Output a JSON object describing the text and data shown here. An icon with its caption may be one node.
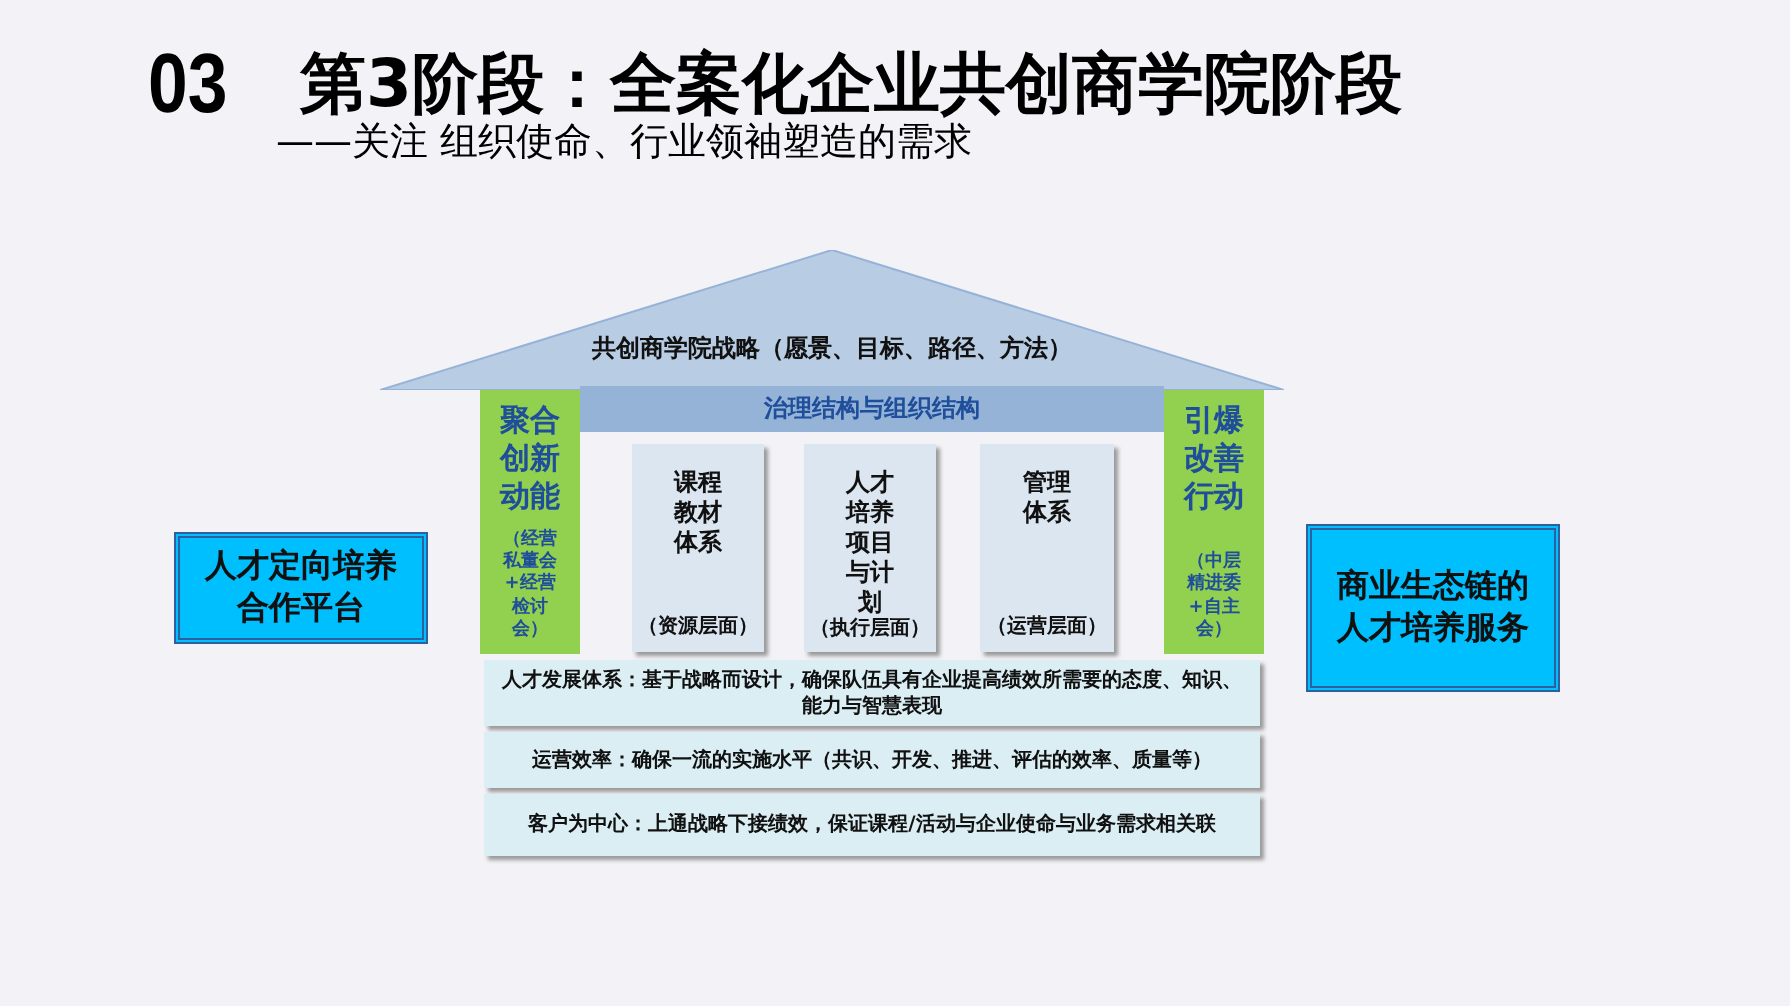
{
  "diagram": {
    "title": "第3阶段：全案化企业共创商学院阶段",
    "nodes": [
      {
        "text": [
          "共创商学院战略（愿景、目标、路径、方法）"
        ]
      },
      {
        "text": [
          "治理结构与组织结构"
        ]
      },
      {
        "text": [
          "聚合创新动能",
          "（经营私董会+经营检讨会）"
        ]
      },
      {
        "text": [
          "课程教材体系",
          "（资源层面）"
        ]
      },
      {
        "text": [
          "人才培养项目与计划",
          "（执行层面）"
        ]
      },
      {
        "text": [
          "管理体系",
          "（运营层面）"
        ]
      },
      {
        "text": [
          "引爆改善行动",
          "（中层精进委+自主会）"
        ]
      },
      {
        "text": [
          "人才发展体系：基于战略而设计，确保队伍具有企业提高绩效所需要的态度、知识、能力与智慧表现"
        ]
      },
      {
        "text": [
          "运营效率：确保一流的实施水平（共识、开发、推进、评估的效率、质量等）"
        ]
      },
      {
        "text": [
          "客户为中心：上通战略下接绩效，保证课程/活动与企业使命与业务需求相关联"
        ]
      },
      {
        "text": [
          "人才定向培养合作平台"
        ]
      },
      {
        "text": [
          "商业生态链的人才培养服务"
        ]
      }
    ],
    "labels": [
      "03",
      "——关注 组织使命、行业领袖塑造的需求"
    ]
  }
}
